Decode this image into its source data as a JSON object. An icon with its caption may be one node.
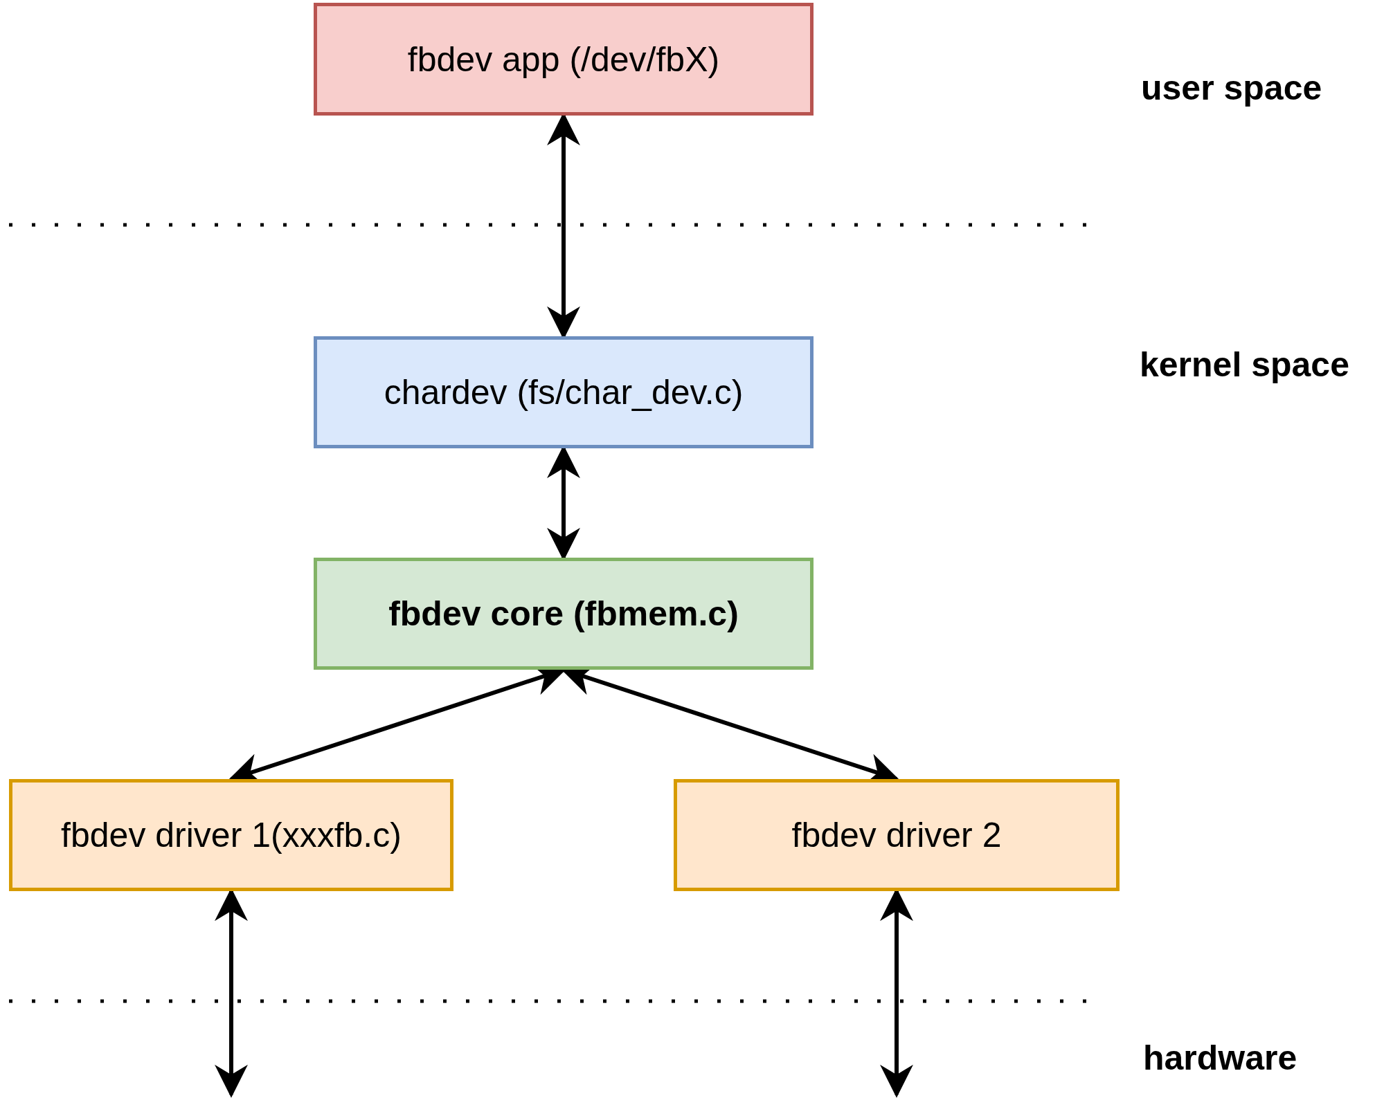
{
  "diagram": {
    "nodes": [
      {
        "text": [
          "fbdev app (/dev/fbX)"
        ]
      },
      {
        "text": [
          "chardev (fs/char_dev.c)"
        ]
      },
      {
        "text": [
          "fbdev core (fbmem.c)"
        ]
      },
      {
        "text": [
          "fbdev driver 1(xxxfb.c)"
        ]
      },
      {
        "text": [
          "fbdev driver 2"
        ]
      }
    ],
    "edges": [
      {
        "from": 0,
        "to": 1,
        "arrow": "both"
      },
      {
        "from": 1,
        "to": 2,
        "arrow": "both"
      },
      {
        "from": 2,
        "to": 3,
        "arrow": "both"
      },
      {
        "from": 2,
        "to": 4,
        "arrow": "both"
      },
      {
        "from": 3,
        "to": null,
        "arrow": "both"
      },
      {
        "from": 4,
        "to": null,
        "arrow": "both"
      }
    ],
    "labels": [
      "user space",
      "kernel space",
      "hardware"
    ]
  }
}
